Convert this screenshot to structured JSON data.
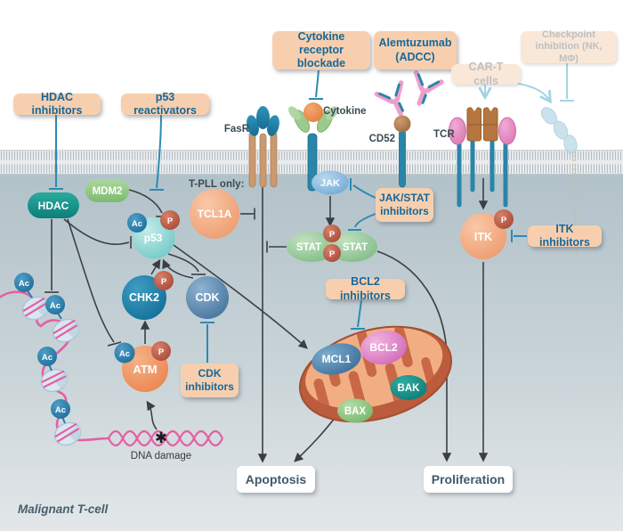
{
  "scene": {
    "cell_label": "Malignant T-cell",
    "context_note": "T-PLL only:",
    "dna_damage_label": "DNA damage"
  },
  "therapy_labels": {
    "hdac_inhibitors": "HDAC inhibitors",
    "p53_reactivators": "p53 reactivators",
    "cytokine_receptor_blockade": "Cytokine receptor blockade",
    "alemtuzumab_adcc": "Alemtuzumab (ADCC)",
    "car_t_cells": "CAR-T cells",
    "checkpoint_inhibition": "Checkpoint inhibition (NK, MΦ)",
    "jak_stat_inhibitors": "JAK/STAT inhibitors",
    "bcl2_inhibitors": "BCL2 inhibitors",
    "itk_inhibitors": "ITK inhibitors",
    "cdk_inhibitors": "CDK inhibitors"
  },
  "receptors": {
    "fasr": "FasR",
    "cytokine": "Cytokine",
    "cd52": "CD52",
    "tcr": "TCR"
  },
  "molecules": {
    "hdac": "HDAC",
    "mdm2": "MDM2",
    "tcl1a": "TCL1A",
    "p53": "p53",
    "jak": "JAK",
    "stat": "STAT",
    "chk2": "CHK2",
    "cdk": "CDK",
    "atm": "ATM",
    "mcl1": "MCL1",
    "bcl2": "BCL2",
    "bak": "BAK",
    "bax": "BAX",
    "itk": "ITK"
  },
  "badges": {
    "ac": "Ac",
    "p": "P"
  },
  "outcomes": {
    "apoptosis": "Apoptosis",
    "proliferation": "Proliferation"
  },
  "colors": {
    "label_box": "#f7cfae",
    "label_text": "#15689c",
    "faded_box": "#f9e8d8",
    "faded_text": "#bcc0c2",
    "inhibit_line": "#2d8ab2",
    "arrow_line": "#3a3f44",
    "faded_line": "#a6d3e3",
    "membrane": "#e9ebed",
    "cytoplasm_top": "#b5c4cb",
    "cytoplasm_bottom": "#e3e7e9",
    "chromatin_pink": "#e55fa5"
  }
}
